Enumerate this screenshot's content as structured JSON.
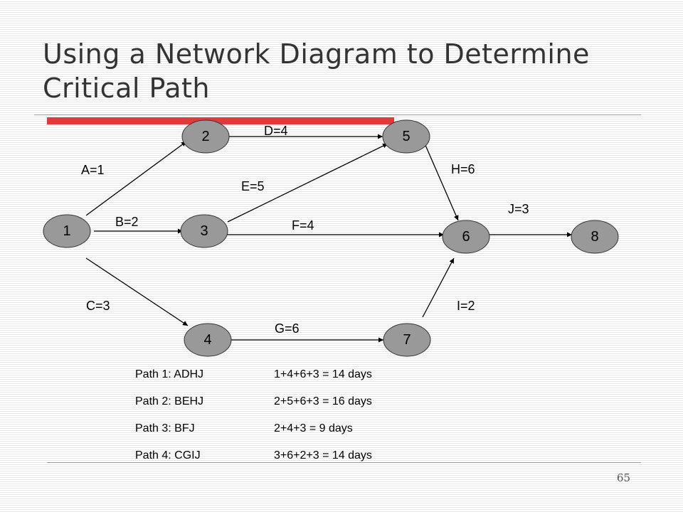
{
  "title": "Using a Network Diagram to Determine Critical Path",
  "page_number": "65",
  "diagram": {
    "nodes": [
      {
        "id": "1",
        "label": "1"
      },
      {
        "id": "2",
        "label": "2"
      },
      {
        "id": "3",
        "label": "3"
      },
      {
        "id": "4",
        "label": "4"
      },
      {
        "id": "5",
        "label": "5"
      },
      {
        "id": "6",
        "label": "6"
      },
      {
        "id": "7",
        "label": "7"
      },
      {
        "id": "8",
        "label": "8"
      }
    ],
    "edges": [
      {
        "from": "1",
        "to": "2",
        "label": "A=1"
      },
      {
        "from": "1",
        "to": "3",
        "label": "B=2"
      },
      {
        "from": "1",
        "to": "4",
        "label": "C=3"
      },
      {
        "from": "2",
        "to": "5",
        "label": "D=4"
      },
      {
        "from": "3",
        "to": "5",
        "label": "E=5"
      },
      {
        "from": "3",
        "to": "6",
        "label": "F=4"
      },
      {
        "from": "4",
        "to": "7",
        "label": "G=6"
      },
      {
        "from": "5",
        "to": "6",
        "label": "H=6"
      },
      {
        "from": "7",
        "to": "6",
        "label": "I=2"
      },
      {
        "from": "6",
        "to": "8",
        "label": "J=3"
      }
    ]
  },
  "paths": [
    {
      "name": "Path 1: ADHJ",
      "calc": "1+4+6+3 = 14 days"
    },
    {
      "name": "Path 2: BEHJ",
      "calc": "2+5+6+3 = 16 days"
    },
    {
      "name": "Path 3: BFJ",
      "calc": "2+4+3 = 9 days"
    },
    {
      "name": "Path 4: CGIJ",
      "calc": "3+6+2+3 = 14 days"
    }
  ],
  "colors": {
    "accent_bar": "#e03a3a",
    "node_fill": "#999999",
    "title_text": "#333333"
  }
}
